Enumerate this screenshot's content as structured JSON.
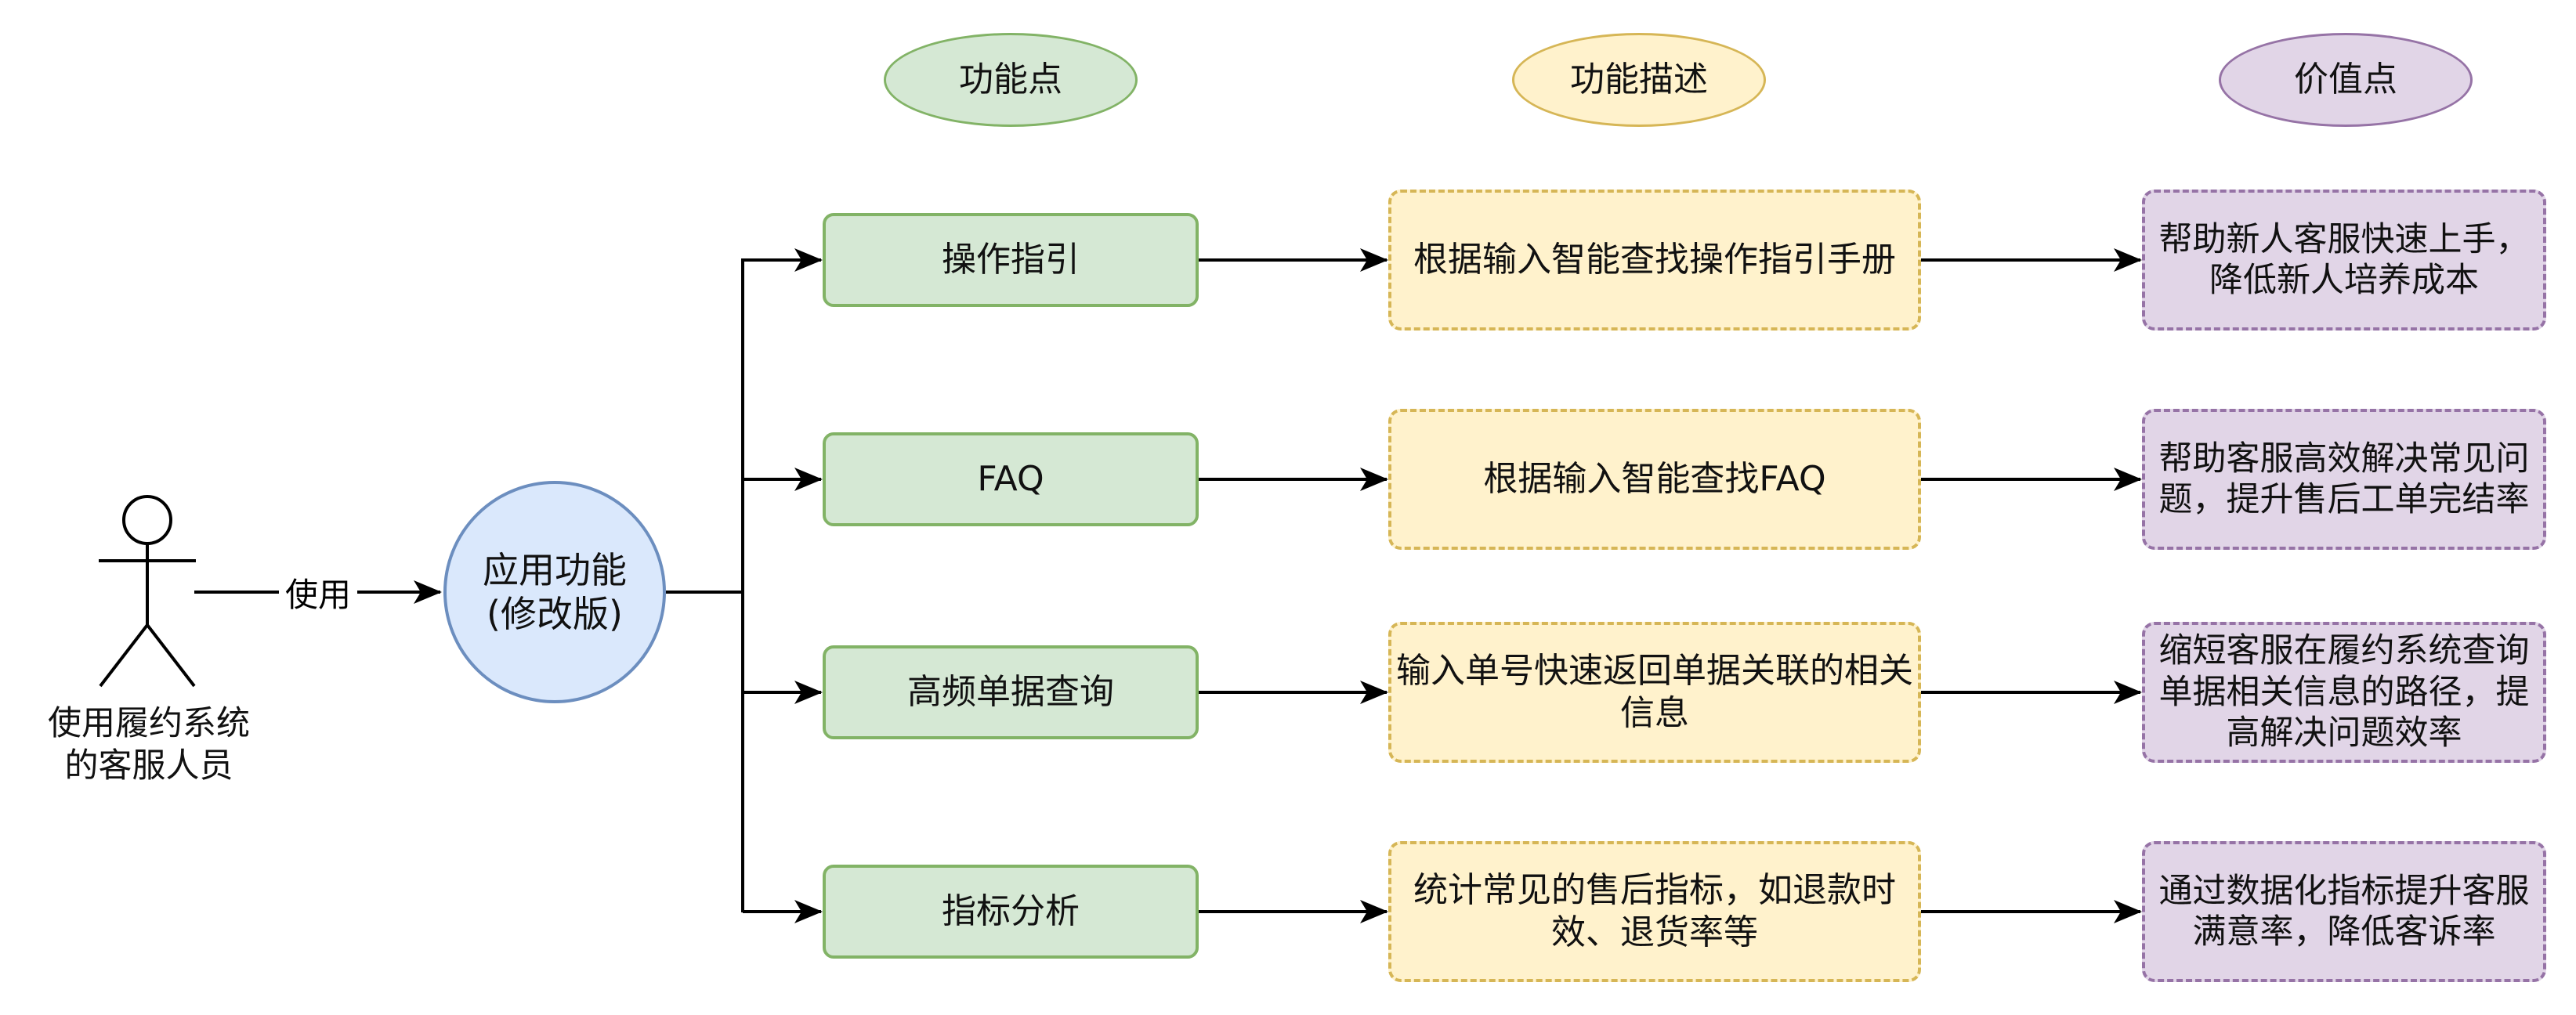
{
  "headers": {
    "feature": "功能点",
    "description": "功能描述",
    "value": "价值点"
  },
  "actor": {
    "label_line1": "使用履约系统",
    "label_line2": "的客服人员",
    "icon": "stick-figure-icon"
  },
  "edge_label": "使用",
  "center": {
    "line1": "应用功能",
    "line2": "(修改版)"
  },
  "rows": [
    {
      "feature": "操作指引",
      "description": "根据输入智能查找操作指引手册",
      "value": "帮助新人客服快速上手，降低新人培养成本"
    },
    {
      "feature": "FAQ",
      "description": "根据输入智能查找FAQ",
      "value": "帮助客服高效解决常见问题，提升售后工单完结率"
    },
    {
      "feature": "高频单据查询",
      "description": "输入单号快速返回单据关联的相关信息",
      "value": "缩短客服在履约系统查询单据相关信息的路径，提高解决问题效率"
    },
    {
      "feature": "指标分析",
      "description": "统计常见的售后指标，如退款时效、退货率等",
      "value": "通过数据化指标提升客服满意率，降低客诉率"
    }
  ],
  "colors": {
    "green_fill": "#d5e8d4",
    "green_stroke": "#82b366",
    "yellow_fill": "#fff2cc",
    "yellow_stroke": "#d6b656",
    "purple_fill": "#e1d5e7",
    "purple_stroke": "#9673a6",
    "blue_fill": "#dae8fc",
    "blue_stroke": "#6c8ebf"
  }
}
